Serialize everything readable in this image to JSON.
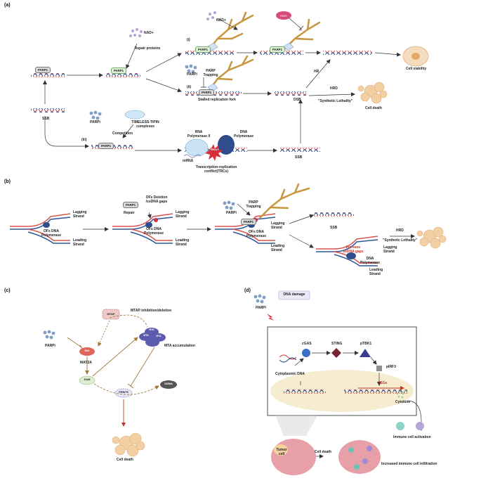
{
  "panels": {
    "a": "(a)",
    "b": "(b)",
    "c": "(c)",
    "d": "(d)"
  },
  "colors": {
    "dna_red": "#d9534f",
    "dna_blue": "#2f5597",
    "parp_orange": "#c8963e",
    "blob_peach": "#f0c9a0",
    "tumor_pink": "#e8a0a8"
  },
  "a": {
    "nad": "NAD+",
    "nad2": "NAD+",
    "repair_proteins": "Repair proteins",
    "parp1": "PARP1",
    "parp1_mid": "PARP1",
    "parp1_i": "PARP1",
    "parp1_ii": "PARP1",
    "parp1_iii": "PARP1",
    "parp1_right": "PARP1",
    "parpi": "PARPi",
    "parpi_iii": "PARPi",
    "parp_trapping": "PARP Trapping",
    "stalled": "Stalled replication fork",
    "label_i": "(i)",
    "label_ii": "(ii)",
    "label_iii": "(iii)",
    "ssb": "SSB",
    "ssb2": "SSB",
    "dsb": "DSB",
    "hr": "HR",
    "hrd": "HRD",
    "synthetic": "\"Synthetic Lethality\"",
    "cell_viability": "Cell viability",
    "cell_death": "Cell death",
    "timeless": "TIMELESS-TIPIN complexes",
    "competition": "Competition",
    "rna_pol": "RNA Polymerase II",
    "dna_pol": "DNA Polymerase",
    "mrna": "mRNA",
    "trcs": "TRCs",
    "trc_label": "Transcription-replication conflict(TRCs)"
  },
  "b": {
    "lagging1": "Lagging Strand",
    "leading1": "Leading Strand",
    "ofs_dna_pol1": "OFs DNA Polymerase",
    "parp1": "PARP1",
    "repair": "Repair",
    "ofs_deletion": "OFs Deletion /ssDNA gaps",
    "lagging2": "Lagging Strand",
    "leading2": "Leading Strand",
    "ofs_dna_pol2": "OFs DNA Polymerase",
    "parpi": "PARPi",
    "parp_trapping": "PARP Trapping",
    "parp1b": "PARP1",
    "lagging3": "Lagging Strand",
    "leading3": "Leading Strand",
    "ofs_dna_pol3": "OFs DNA Polymerase",
    "ssb": "SSB",
    "increase": "Increase ssDNA gaps",
    "lagging4": "Lagging Strand",
    "leading4": "Leading Strand",
    "dna_pol4": "DNA Polymerase",
    "hrd": "HRD",
    "synthetic": "\"Synthetic Lethality\""
  },
  "c": {
    "mtap": "MTAP",
    "mtap_text": "MTAP inhibition/deletion",
    "met": "Met",
    "mat2a": "MAT2A",
    "sam": "SAM",
    "mta": "MTA",
    "mta_accum": "MTA accumulation",
    "prmt5": "PRMT5",
    "sdma": "SDMA",
    "parpi": "PARPi",
    "cell_death": "Cell death"
  },
  "d": {
    "parpi": "PARPi",
    "dna_damage": "DNA damage",
    "cgas": "cGAS",
    "sting": "STING",
    "ptbk1": "pTBK1",
    "pirf3": "pIRF3",
    "cyto_dna": "Cytoplasmic DNA",
    "isgs": "ISGs",
    "cytokine": "Cytokine",
    "immune_act": "Immune cell activation",
    "immune_infil": "Increased immune cell infiltration",
    "cell_death": "Cell death",
    "tumor_cell": "Tumor cell"
  }
}
